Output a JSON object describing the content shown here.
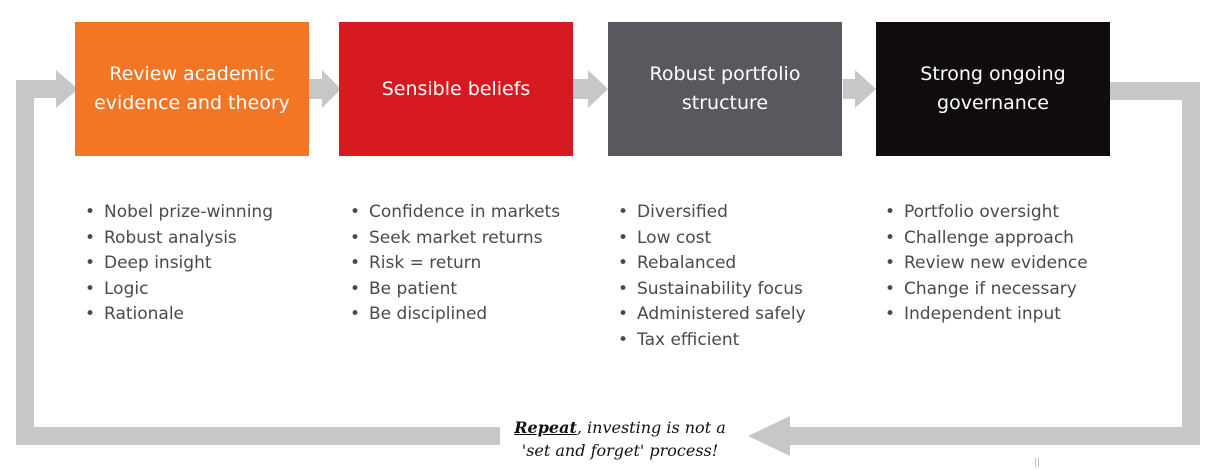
{
  "colors": {
    "arrow": "#c7c7c7",
    "orange": "#f27623",
    "red": "#d71920",
    "grey": "#58585f",
    "black": "#100c0c"
  },
  "steps": [
    {
      "title": "Review academic\nevidence and theory",
      "color": "#f27623",
      "bullets": [
        "Nobel prize-winning",
        "Robust analysis",
        "Deep insight",
        "Logic",
        "Rationale"
      ]
    },
    {
      "title": "Sensible beliefs",
      "color": "#d71920",
      "bullets": [
        "Confidence in markets",
        "Seek market returns",
        "Risk = return",
        "Be patient",
        "Be disciplined"
      ]
    },
    {
      "title": "Robust portfolio\nstructure",
      "color": "#58585f",
      "bullets": [
        "Diversified",
        "Low cost",
        "Rebalanced",
        "Sustainability focus",
        "Administered safely",
        "Tax efficient"
      ]
    },
    {
      "title": "Strong ongoing\ngovernance",
      "color": "#100c0c",
      "bullets": [
        "Portfolio oversight",
        "Challenge approach",
        "Review new evidence",
        "Change if necessary",
        "Independent input"
      ]
    }
  ],
  "loop_note": {
    "emphasis": "Repeat",
    "text": ", investing is not a 'set and forget' process!"
  },
  "footer_mark": "||"
}
